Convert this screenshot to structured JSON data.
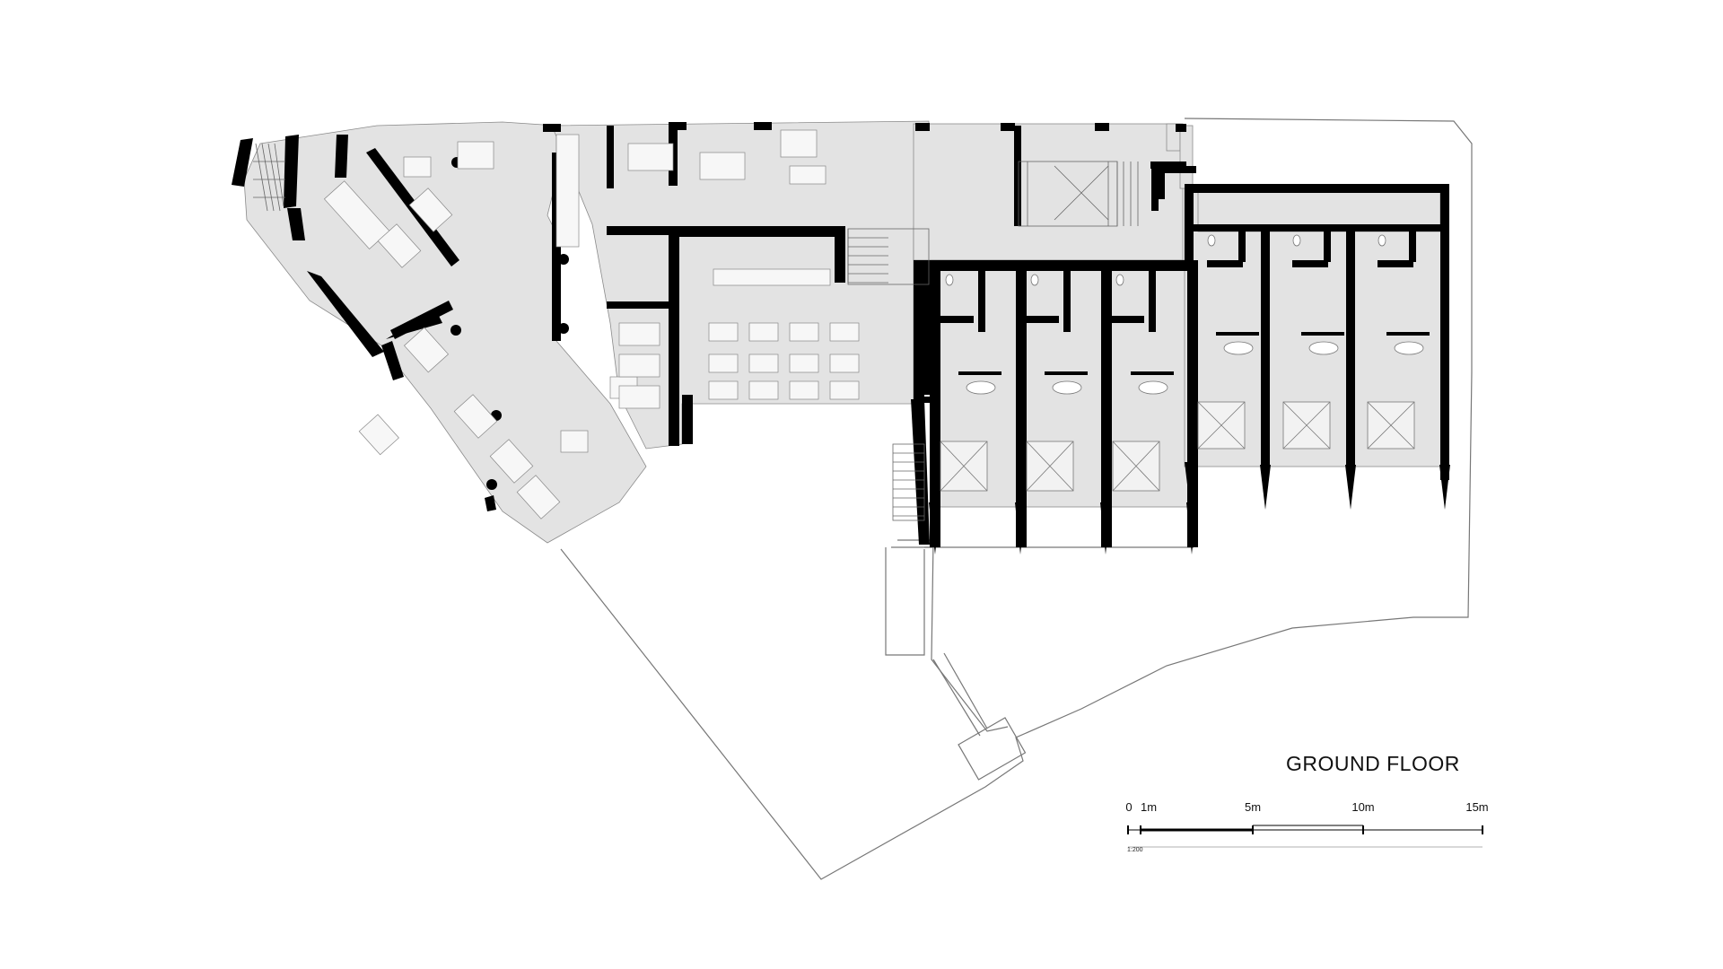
{
  "drawing": {
    "title": "GROUND FLOOR",
    "scale_ratio": "1:200",
    "scale_ticks": [
      "0",
      "1m",
      "5m",
      "10m",
      "15m"
    ]
  },
  "colors": {
    "wall": "#000000",
    "floor": "#e3e3e3",
    "line": "#6f6f6f",
    "furniture": "#f7f7f7"
  }
}
